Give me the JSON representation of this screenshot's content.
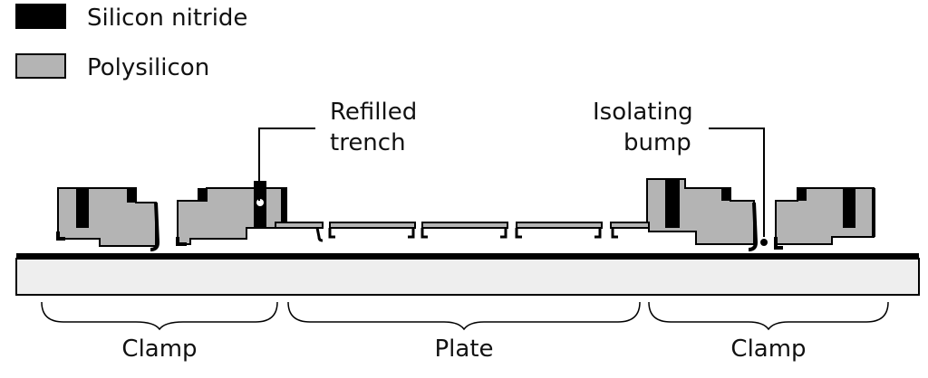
{
  "legend": {
    "items": [
      {
        "label": "Silicon nitride",
        "swatch": "silicon-nitride-swatch",
        "color": "#000000"
      },
      {
        "label": "Polysilicon",
        "swatch": "polysilicon-swatch",
        "color": "#b4b4b4"
      }
    ]
  },
  "callouts": {
    "refilled_trench": [
      "Refilled",
      "trench"
    ],
    "isolating_bump": [
      "Isolating",
      "bump"
    ]
  },
  "regions": {
    "left": "Clamp",
    "middle": "Plate",
    "right": "Clamp"
  },
  "colors": {
    "polysilicon": "#b4b4b4",
    "silicon_nitride": "#000000",
    "substrate": "#eeeeee",
    "outline": "#000000"
  }
}
